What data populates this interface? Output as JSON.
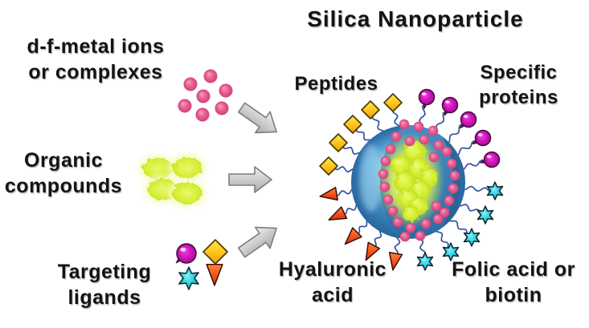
{
  "title": "Silica Nanoparticle",
  "sources": [
    {
      "id": "metal-ions",
      "line1": "d-f-metal ions",
      "line2": "or complexes",
      "icon": "metal-ion-cluster-icon",
      "ion_count": 7,
      "ion_color": "#e85e94"
    },
    {
      "id": "organic-compounds",
      "line1": "Organic",
      "line2": "compounds",
      "icon": "organic-compound-cluster-icon",
      "blob_count": 4,
      "blob_color": "#d9f03c"
    },
    {
      "id": "targeting-ligands",
      "line1": "Targeting",
      "line2": "ligands",
      "icon": "targeting-ligand-shapes-icon",
      "shapes": [
        "magenta-balloon",
        "yellow-diamond",
        "cyan-star",
        "red-triangle"
      ]
    }
  ],
  "particle": {
    "surface_labels": {
      "peptides": "Peptides",
      "specific_proteins": [
        "Specific",
        "proteins"
      ],
      "hyaluronic_acid": [
        "Hyaluronic",
        "acid"
      ],
      "folic_biotin": [
        "Folic acid or",
        "biotin"
      ]
    },
    "ligand_groups": [
      {
        "name": "peptides",
        "shape": "yellow-diamond",
        "count": 5,
        "color": "#fbbf17"
      },
      {
        "name": "specific-proteins",
        "shape": "magenta-balloon",
        "count": 5,
        "color": "#d517c0"
      },
      {
        "name": "hyaluronic-acid",
        "shape": "red-triangle",
        "count": 5,
        "color": "#f4551c"
      },
      {
        "name": "folic-acid-biotin",
        "shape": "cyan-star",
        "count": 5,
        "color": "#35d3e2"
      }
    ],
    "shell_color": "#4a94c8",
    "inner_dot_count": 27,
    "inner_dot_color": "#e85e94",
    "core_blob_count": 9,
    "core_blob_color": "#d9f03c"
  },
  "arrows": {
    "count": 3,
    "color": "#c9c9c9"
  }
}
